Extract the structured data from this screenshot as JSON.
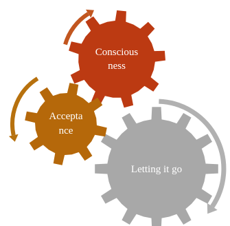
{
  "colors": {
    "consciousness": "#bc3a12",
    "acceptance": "#b5680a",
    "letting_go": "#a8a8a8",
    "arrow_consciousness": "#c2561f",
    "arrow_acceptance": "#b7710e",
    "arrow_letting_go": "#b1b1b1"
  },
  "gears": {
    "consciousness": {
      "line1": "Conscious",
      "line2": "ness",
      "icon": "gear-icon"
    },
    "acceptance": {
      "line1": "Accepta",
      "line2": "nce",
      "icon": "gear-icon"
    },
    "letting_go": {
      "label": "Letting  it  go",
      "icon": "gear-icon"
    }
  }
}
